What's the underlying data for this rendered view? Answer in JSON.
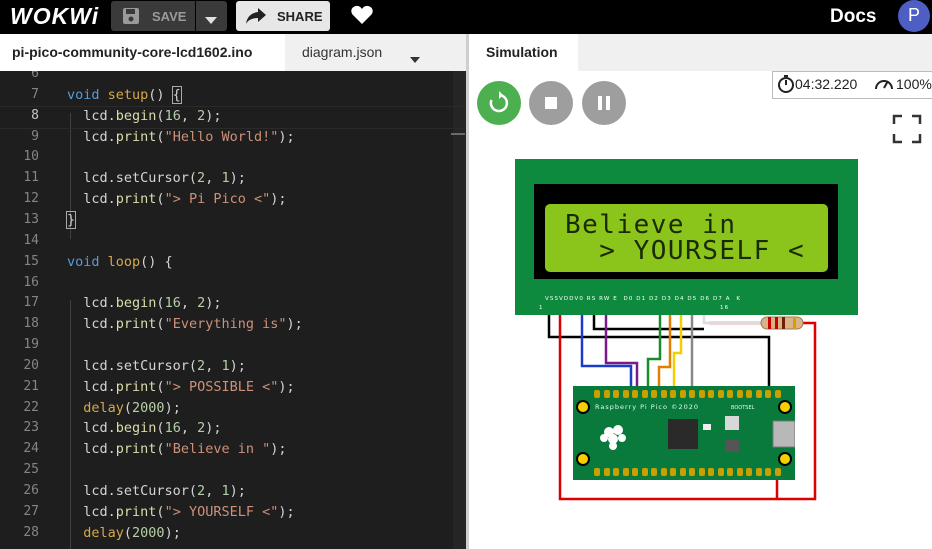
{
  "header": {
    "logo_text": "WOKWi",
    "save_label": "SAVE",
    "share_label": "SHARE",
    "docs_label": "Docs",
    "avatar_initial": "P",
    "icons": [
      "floppy-disk-icon",
      "chevron-down-icon",
      "share-arrow-icon",
      "heart-icon"
    ]
  },
  "editor": {
    "tabs": [
      {
        "label": "pi-pico-community-core-lcd1602.ino",
        "active": true
      },
      {
        "label": "diagram.json",
        "active": false
      }
    ],
    "current_line": 8,
    "lines": [
      {
        "n": "6",
        "tokens": []
      },
      {
        "n": "7",
        "tokens": [
          [
            "kw",
            "void "
          ],
          [
            "fn2",
            "setup"
          ],
          [
            "pl",
            "() "
          ],
          [
            "brk",
            "{"
          ]
        ]
      },
      {
        "n": "8",
        "tokens": [
          [
            "pl",
            "  lcd."
          ],
          [
            "fn",
            "begin"
          ],
          [
            "pl",
            "("
          ],
          [
            "num",
            "16"
          ],
          [
            "pl",
            ", "
          ],
          [
            "num",
            "2"
          ],
          [
            "pl",
            ");"
          ]
        ]
      },
      {
        "n": "9",
        "tokens": [
          [
            "pl",
            "  lcd."
          ],
          [
            "fn",
            "print"
          ],
          [
            "pl",
            "("
          ],
          [
            "str",
            "\"Hello World!\""
          ],
          [
            "pl",
            ");"
          ]
        ]
      },
      {
        "n": "10",
        "tokens": []
      },
      {
        "n": "11",
        "tokens": [
          [
            "pl",
            "  lcd.setCursor("
          ],
          [
            "num",
            "2"
          ],
          [
            "pl",
            ", "
          ],
          [
            "num",
            "1"
          ],
          [
            "pl",
            ");"
          ]
        ]
      },
      {
        "n": "12",
        "tokens": [
          [
            "pl",
            "  lcd."
          ],
          [
            "fn",
            "print"
          ],
          [
            "pl",
            "("
          ],
          [
            "str",
            "\"> Pi Pico <\""
          ],
          [
            "pl",
            ");"
          ]
        ]
      },
      {
        "n": "13",
        "tokens": [
          [
            "brk",
            "}"
          ]
        ]
      },
      {
        "n": "14",
        "tokens": []
      },
      {
        "n": "15",
        "tokens": [
          [
            "kw",
            "void "
          ],
          [
            "fn2",
            "loop"
          ],
          [
            "pl",
            "() {"
          ]
        ]
      },
      {
        "n": "16",
        "tokens": []
      },
      {
        "n": "17",
        "tokens": [
          [
            "pl",
            "  lcd."
          ],
          [
            "fn",
            "begin"
          ],
          [
            "pl",
            "("
          ],
          [
            "num",
            "16"
          ],
          [
            "pl",
            ", "
          ],
          [
            "num",
            "2"
          ],
          [
            "pl",
            ");"
          ]
        ]
      },
      {
        "n": "18",
        "tokens": [
          [
            "pl",
            "  lcd."
          ],
          [
            "fn",
            "print"
          ],
          [
            "pl",
            "("
          ],
          [
            "str",
            "\"Everything is\""
          ],
          [
            "pl",
            ");"
          ]
        ]
      },
      {
        "n": "19",
        "tokens": []
      },
      {
        "n": "20",
        "tokens": [
          [
            "pl",
            "  lcd.setCursor("
          ],
          [
            "num",
            "2"
          ],
          [
            "pl",
            ", "
          ],
          [
            "num",
            "1"
          ],
          [
            "pl",
            ");"
          ]
        ]
      },
      {
        "n": "21",
        "tokens": [
          [
            "pl",
            "  lcd."
          ],
          [
            "fn",
            "print"
          ],
          [
            "pl",
            "("
          ],
          [
            "str",
            "\"> POSSIBLE <\""
          ],
          [
            "pl",
            ");"
          ]
        ]
      },
      {
        "n": "22",
        "tokens": [
          [
            "fn2",
            "  delay"
          ],
          [
            "pl",
            "("
          ],
          [
            "num",
            "2000"
          ],
          [
            "pl",
            ");"
          ]
        ]
      },
      {
        "n": "23",
        "tokens": [
          [
            "pl",
            "  lcd."
          ],
          [
            "fn",
            "begin"
          ],
          [
            "pl",
            "("
          ],
          [
            "num",
            "16"
          ],
          [
            "pl",
            ", "
          ],
          [
            "num",
            "2"
          ],
          [
            "pl",
            ");"
          ]
        ]
      },
      {
        "n": "24",
        "tokens": [
          [
            "pl",
            "  lcd."
          ],
          [
            "fn",
            "print"
          ],
          [
            "pl",
            "("
          ],
          [
            "str",
            "\"Believe in \""
          ],
          [
            "pl",
            ");"
          ]
        ]
      },
      {
        "n": "25",
        "tokens": []
      },
      {
        "n": "26",
        "tokens": [
          [
            "pl",
            "  lcd.setCursor("
          ],
          [
            "num",
            "2"
          ],
          [
            "pl",
            ", "
          ],
          [
            "num",
            "1"
          ],
          [
            "pl",
            ");"
          ]
        ]
      },
      {
        "n": "27",
        "tokens": [
          [
            "pl",
            "  lcd."
          ],
          [
            "fn",
            "print"
          ],
          [
            "pl",
            "("
          ],
          [
            "str",
            "\"> YOURSELF <\""
          ],
          [
            "pl",
            ");"
          ]
        ]
      },
      {
        "n": "28",
        "tokens": [
          [
            "fn2",
            "  delay"
          ],
          [
            "pl",
            "("
          ],
          [
            "num",
            "2000"
          ],
          [
            "pl",
            ");"
          ]
        ]
      }
    ]
  },
  "simulation": {
    "tab_label": "Simulation",
    "controls": [
      {
        "name": "restart-button",
        "icon": "restart-icon",
        "color": "#4caf50"
      },
      {
        "name": "stop-button",
        "icon": "stop-icon",
        "color": "#9e9e9e"
      },
      {
        "name": "pause-button",
        "icon": "pause-icon",
        "color": "#9e9e9e"
      }
    ],
    "elapsed_time": "04:32.220",
    "speed": "100%",
    "lcd": {
      "row1": "Believe in",
      "row2": "  > YOURSELF <",
      "pin_labels": "VSSVDDV0 RS RW E  D0 D1 D2 D3 D4 D5 D6 D7 A  K",
      "pin_first": "1",
      "pin_last": "16"
    },
    "pico": {
      "label": "Raspberry Pi Pico ©2020",
      "debug_label": "BOOTSEL"
    }
  }
}
